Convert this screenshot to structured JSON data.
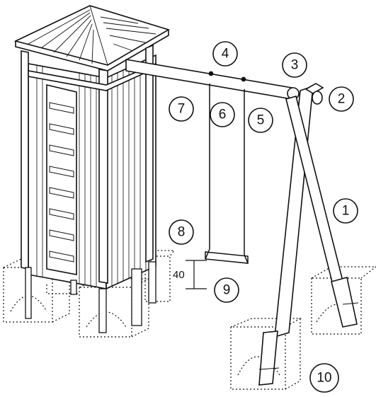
{
  "diagram": {
    "callouts": [
      {
        "id": "c1",
        "label": "1"
      },
      {
        "id": "c2",
        "label": "2"
      },
      {
        "id": "c3",
        "label": "3"
      },
      {
        "id": "c4",
        "label": "4"
      },
      {
        "id": "c5",
        "label": "5"
      },
      {
        "id": "c6",
        "label": "6"
      },
      {
        "id": "c7",
        "label": "7"
      },
      {
        "id": "c8",
        "label": "8"
      },
      {
        "id": "c9",
        "label": "9"
      },
      {
        "id": "c10",
        "label": "10"
      }
    ],
    "swing_seat_height": "40"
  },
  "colors": {
    "line": "#111111",
    "background": "#ffffff"
  }
}
